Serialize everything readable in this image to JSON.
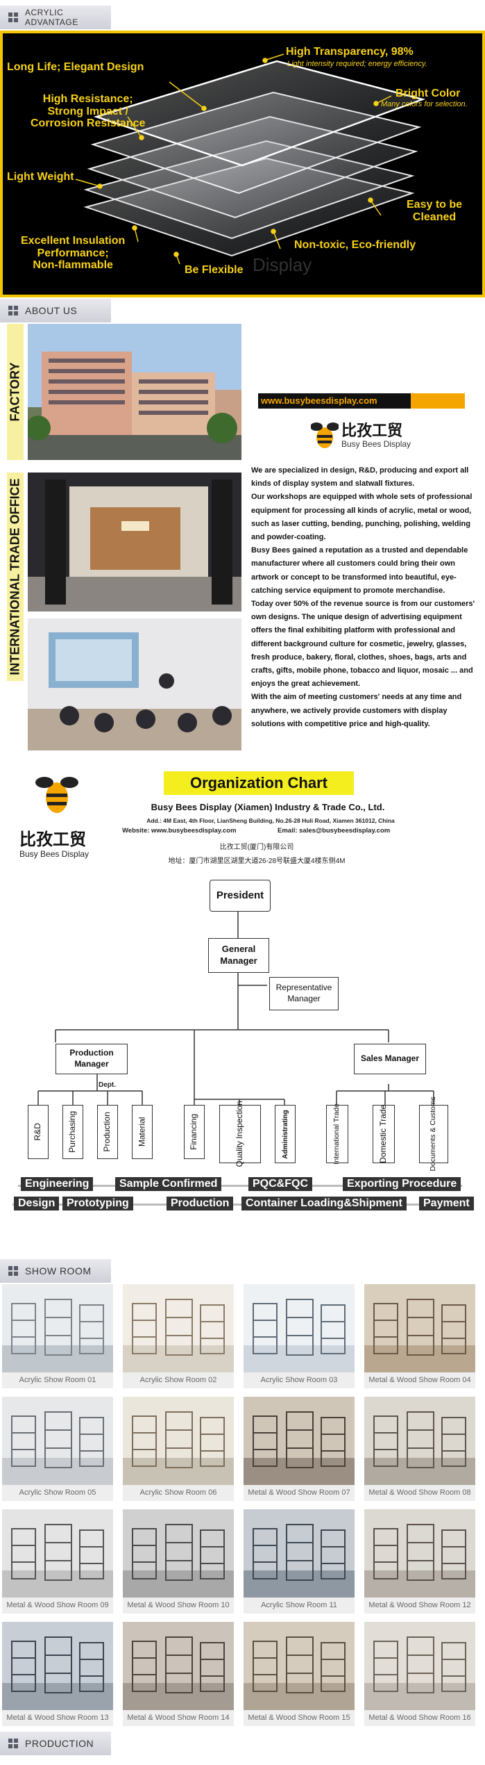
{
  "sections": {
    "advantage": "ACRYLIC ADVANTAGE",
    "about": "ABOUT US",
    "showroom": "SHOW ROOM",
    "production": "PRODUCTION"
  },
  "advantage": {
    "high_transparency": "High Transparency, 98%",
    "high_transparency_sub": "Light intensity required; energy efficiency.",
    "long_life": "Long Life; Elegant Design",
    "high_resistance": "High Resistance;",
    "strong_impact": "Strong Impact /",
    "corrosion": "Corrosion Resistance",
    "bright_color": "Bright Color",
    "bright_color_sub": "Many colors for selection.",
    "light_weight": "Light Weight",
    "easy_cleaned_1": "Easy to be",
    "easy_cleaned_2": "Cleaned",
    "insulation_1": "Excellent Insulation",
    "insulation_2": "Performance;",
    "insulation_3": "Non-flammable",
    "non_toxic": "Non-toxic, Eco-friendly",
    "flexible": "Be Flexible",
    "watermark": "Display"
  },
  "about": {
    "factory_tag": "FACTORY",
    "office_tag": "INTERNATIONAL TRADE OFFICE",
    "website_bar": "www.busybeesdisplay.com",
    "logo_cn": "比孜工贸",
    "logo_en": "Busy Bees Display",
    "paragraphs": [
      "We are specialized in design, R&D, producing and export all kinds of display system and slatwall fixtures.",
      "Our workshops are equipped with whole sets of professional equipment for processing all kinds of acrylic, metal or wood, such as laser cutting, bending, punching, polishing, welding and powder-coating.",
      "Busy Bees gained a reputation as a trusted and dependable manufacturer where all customers could bring their own artwork or concept to be transformed into beautiful, eye-catching service equipment to promote merchandise.",
      "Today over 50% of the revenue source is from our customers' own designs. The unique design of advertising equipment offers the final exhibiting platform with professional and different background culture for cosmetic, jewelry, glasses, fresh produce, bakery, floral, clothes, shoes, bags, arts and crafts, gifts, mobile phone, tobacco and liquor, mosaic ... and enjoys the great achievement.",
      "With the aim of meeting customers' needs at any time and anywhere, we actively provide customers with display solutions with competitive price and high-quality."
    ]
  },
  "org": {
    "title": "Organization Chart",
    "company": "Busy Bees Display (Xiamen) Industry & Trade Co., Ltd.",
    "address": "Add.: 4M East, 4th Floor, LianSheng Building, No.26-28 Huli Road, Xiamen 361012, China",
    "website": "Website: www.busybeesdisplay.com",
    "email": "Email: sales@busybeesdisplay.com",
    "company_cn": "比孜工贸(厦门)有限公司",
    "address_cn": "地址：厦门市湖里区湖里大道26-28号联盛大厦4楼东侧4M",
    "logo_cn": "比孜工贸",
    "logo_en": "Busy Bees Display",
    "president": "President",
    "general_manager": "General Manager",
    "rep_manager": "Representative Manager",
    "production_manager": "Production Manager",
    "sales_manager": "Sales Manager",
    "dept": "Dept.",
    "departments": [
      "R&D",
      "Purchasing",
      "Production",
      "Material",
      "Financing",
      "Quality Inspection",
      "Administrating",
      "International Trade",
      "Domestic Trade",
      "Documents & Customs"
    ],
    "process_top": [
      "Engineering",
      "Sample Confirmed",
      "PQC&FQC",
      "Exporting Procedure"
    ],
    "process_bottom": [
      "Design",
      "Prototyping",
      "Production",
      "Container Loading&Shipment",
      "Payment"
    ]
  },
  "showroom": [
    "Acrylic Show Room 01",
    "Acrylic Show Room 02",
    "Acrylic Show Room 03",
    "Metal & Wood Show Room 04",
    "Acrylic Show Room 05",
    "Acrylic Show Room 06",
    "Metal & Wood Show Room 07",
    "Metal & Wood Show Room 08",
    "Metal & Wood Show Room 09",
    "Metal & Wood Show Room 10",
    "Acrylic Show Room 11",
    "Metal & Wood Show Room 12",
    "Metal & Wood Show Room 13",
    "Metal & Wood Show Room 14",
    "Metal & Wood Show Room 15",
    "Metal & Wood Show Room 16"
  ],
  "colors": {
    "accent_yellow": "#f7d117",
    "org_title_bg": "#f5ee1e",
    "header_grey": "#cfd0d8"
  }
}
